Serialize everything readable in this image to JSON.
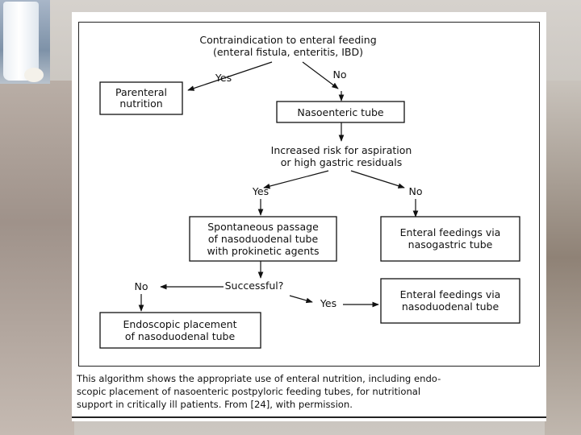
{
  "diagram": {
    "start": [
      "Contraindication to enteral feeding",
      "(enteral fistula, enteritis, IBD)"
    ],
    "yes1": "Yes",
    "no1": "No",
    "parenteral": [
      "Parenteral",
      "nutrition"
    ],
    "nasoenteric": "Nasoenteric tube",
    "risk": [
      "Increased risk for aspiration",
      "or high gastric residuals"
    ],
    "yes2": "Yes",
    "no2": "No",
    "spontaneous": [
      "Spontaneous passage",
      "of nasoduodenal tube",
      "with prokinetic agents"
    ],
    "nasogastric": [
      "Enteral feedings via",
      "nasogastric tube"
    ],
    "successful": "Successful?",
    "no3": "No",
    "yes3": "Yes",
    "nasoduodenal": [
      "Enteral feedings via",
      "nasoduodenal tube"
    ],
    "endoscopic": [
      "Endoscopic placement",
      "of nasoduodenal tube"
    ]
  },
  "caption": [
    "This algorithm shows the appropriate use of enteral nutrition, including endo-",
    "scopic placement of nasoenteric postpyloric feeding tubes, for nutritional",
    "support in critically ill patients. From [24], with permission."
  ]
}
